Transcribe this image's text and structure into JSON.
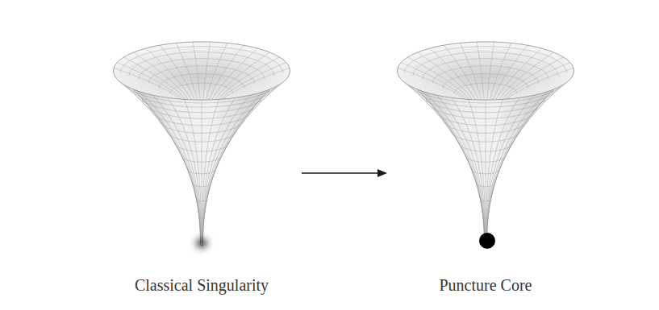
{
  "diagram": {
    "nodes": [
      {
        "text": [
          "Classical Singularity"
        ]
      },
      {
        "text": [
          "Puncture Core"
        ]
      }
    ],
    "edges": [
      {
        "from": 0,
        "to": 1,
        "arrow": "to"
      }
    ]
  }
}
